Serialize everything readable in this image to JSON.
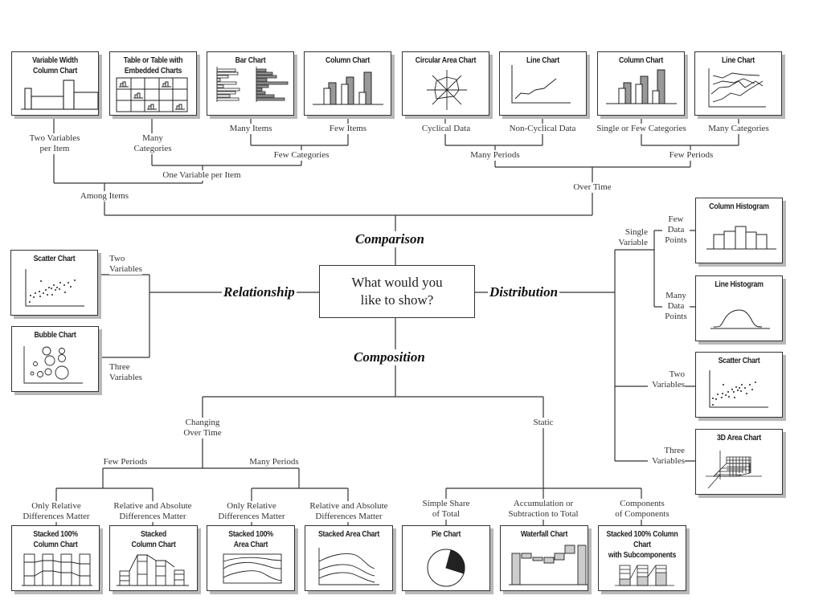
{
  "center_question": [
    "What would you",
    "like to show?"
  ],
  "categories": {
    "comparison": "Comparison",
    "relationship": "Relationship",
    "distribution": "Distribution",
    "composition": "Composition"
  },
  "comparison": {
    "branches": {
      "among_items": "Among Items",
      "over_time": "Over Time",
      "two_variables_per_item": [
        "Two Variables",
        "per Item"
      ],
      "one_variable_per_item": "One Variable per Item",
      "many_categories": [
        "Many",
        "Categories"
      ],
      "few_categories": "Few Categories",
      "many_items": "Many Items",
      "few_items": "Few Items",
      "many_periods": "Many Periods",
      "few_periods": "Few Periods",
      "cyclical_data": "Cyclical Data",
      "non_cyclical_data": "Non-Cyclical Data",
      "single_or_few_categories": "Single or Few Categories",
      "many_categories_time": "Many Categories"
    },
    "charts": [
      {
        "title": [
          "Variable Width",
          "Column Chart"
        ],
        "icon": "variable-width-column-icon"
      },
      {
        "title": [
          "Table or Table with",
          "Embedded Charts"
        ],
        "icon": "table-embedded-charts-icon"
      },
      {
        "title": [
          "Bar Chart"
        ],
        "icon": "bar-chart-icon"
      },
      {
        "title": [
          "Column Chart"
        ],
        "icon": "column-chart-icon"
      },
      {
        "title": [
          "Circular Area Chart"
        ],
        "icon": "circular-area-chart-icon"
      },
      {
        "title": [
          "Line Chart"
        ],
        "icon": "line-chart-icon"
      },
      {
        "title": [
          "Column Chart"
        ],
        "icon": "column-chart-icon"
      },
      {
        "title": [
          "Line Chart"
        ],
        "icon": "multi-line-chart-icon"
      }
    ]
  },
  "relationship": {
    "branches": {
      "two_variables": [
        "Two",
        "Variables"
      ],
      "three_variables": [
        "Three",
        "Variables"
      ]
    },
    "charts": [
      {
        "title": [
          "Scatter Chart"
        ],
        "icon": "scatter-chart-icon"
      },
      {
        "title": [
          "Bubble Chart"
        ],
        "icon": "bubble-chart-icon"
      }
    ]
  },
  "distribution": {
    "branches": {
      "single_variable": [
        "Single",
        "Variable"
      ],
      "few_data_points": [
        "Few",
        "Data",
        "Points"
      ],
      "many_data_points": [
        "Many",
        "Data",
        "Points"
      ],
      "two_variables": [
        "Two",
        "Variables"
      ],
      "three_variables": [
        "Three",
        "Variables"
      ]
    },
    "charts": [
      {
        "title": [
          "Column Histogram"
        ],
        "icon": "column-histogram-icon"
      },
      {
        "title": [
          "Line Histogram"
        ],
        "icon": "line-histogram-icon"
      },
      {
        "title": [
          "Scatter Chart"
        ],
        "icon": "scatter-chart-icon"
      },
      {
        "title": [
          "3D Area Chart"
        ],
        "icon": "3d-area-chart-icon"
      }
    ]
  },
  "composition": {
    "branches": {
      "changing_over_time": [
        "Changing",
        "Over Time"
      ],
      "static": "Static",
      "few_periods": "Few Periods",
      "many_periods": "Many Periods",
      "only_relative_1": [
        "Only Relative",
        "Differences Matter"
      ],
      "relative_absolute_1": [
        "Relative and Absolute",
        "Differences Matter"
      ],
      "only_relative_2": [
        "Only Relative",
        "Differences Matter"
      ],
      "relative_absolute_2": [
        "Relative and Absolute",
        "Differences Matter"
      ],
      "simple_share": [
        "Simple Share",
        "of Total"
      ],
      "accumulation": [
        "Accumulation or",
        "Subtraction to Total"
      ],
      "components": [
        "Components",
        "of Components"
      ]
    },
    "charts": [
      {
        "title": [
          "Stacked 100%",
          "Column Chart"
        ],
        "icon": "stacked-100-column-icon"
      },
      {
        "title": [
          "Stacked",
          "Column Chart"
        ],
        "icon": "stacked-column-icon"
      },
      {
        "title": [
          "Stacked 100%",
          "Area Chart"
        ],
        "icon": "stacked-100-area-icon"
      },
      {
        "title": [
          "Stacked Area Chart"
        ],
        "icon": "stacked-area-icon"
      },
      {
        "title": [
          "Pie Chart"
        ],
        "icon": "pie-chart-icon"
      },
      {
        "title": [
          "Waterfall Chart"
        ],
        "icon": "waterfall-chart-icon"
      },
      {
        "title": [
          "Stacked 100% Column Chart",
          "with Subcomponents"
        ],
        "icon": "stacked-100-subcomponents-icon"
      }
    ]
  }
}
